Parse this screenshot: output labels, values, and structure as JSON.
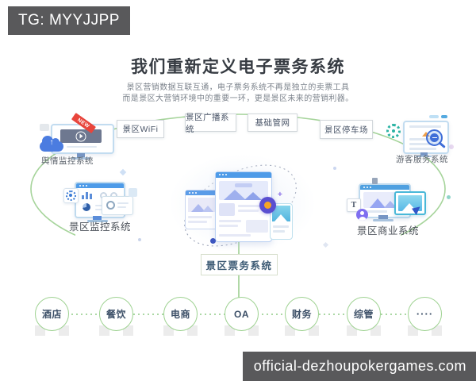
{
  "watermarks": {
    "top": "TG: MYYJJPP",
    "bottom": "official-dezhoupokergames.com"
  },
  "header": {
    "title": "我们重新定义电子票务系统",
    "subtitle_line1": "景区营销数据互联互通，电子票务系统不再是独立的卖票工具",
    "subtitle_line2": "而是景区大营销环境中的重要一环，更是景区未来的营销利器。"
  },
  "diagram": {
    "top_nodes": [
      {
        "label": "景区WiFi"
      },
      {
        "label": "景区广播系统"
      },
      {
        "label": "基础管网"
      },
      {
        "label": "景区停车场"
      }
    ],
    "systems": {
      "top_left": {
        "label": "舆情监控系统",
        "badge": "NEW"
      },
      "top_right": {
        "label": "游客服务系统"
      },
      "mid_left": {
        "label": "景区监控系统"
      },
      "mid_right": {
        "label": "景区商业系统",
        "t_glyph": "T"
      },
      "center": {
        "label": "景区票务系统"
      }
    },
    "bottom_nodes": [
      {
        "label": "酒店"
      },
      {
        "label": "餐饮"
      },
      {
        "label": "电商"
      },
      {
        "label": "OA"
      },
      {
        "label": "财务"
      },
      {
        "label": "综管"
      },
      {
        "label": "····"
      }
    ]
  },
  "colors": {
    "line_green": "#a6d49b",
    "accent_blue": "#4e9be8",
    "circle_border": "#9ed291",
    "watermark_bg": "#59595b",
    "ribbon_red": "#e8453c"
  }
}
